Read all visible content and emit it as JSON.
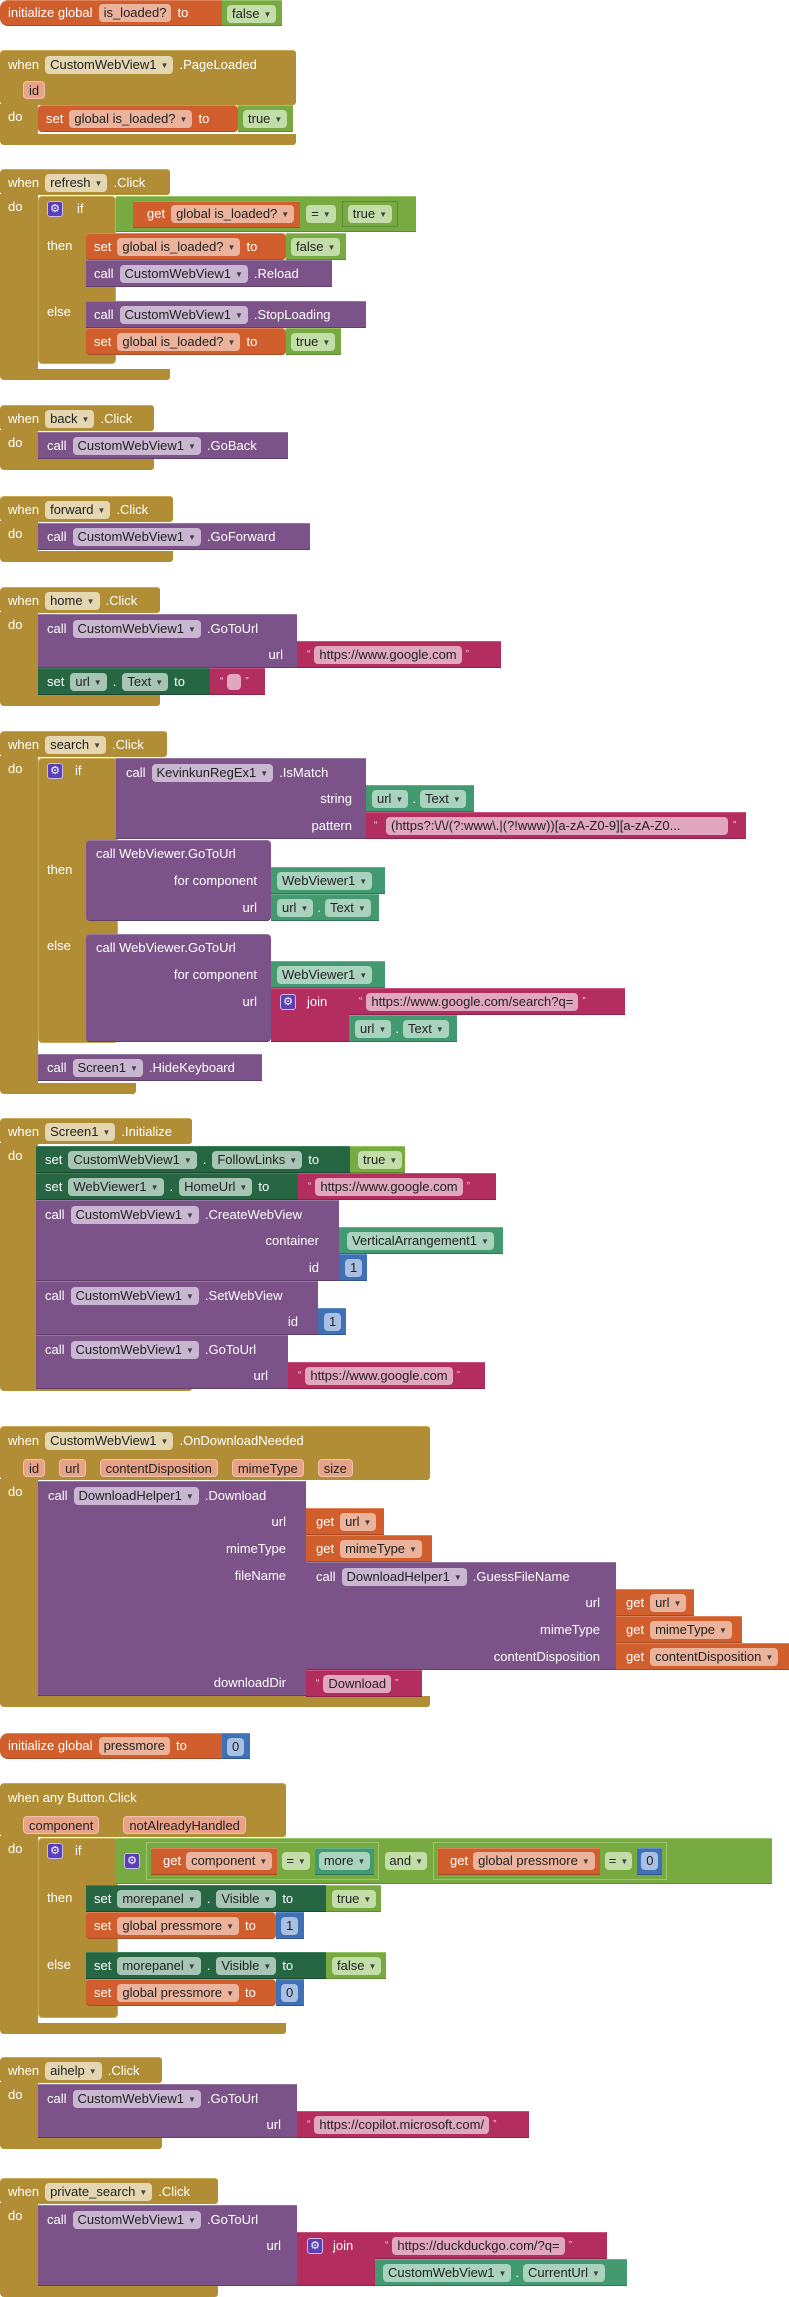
{
  "blocks": {
    "init_loaded": {
      "label": "initialize global",
      "var": "is_loaded?",
      "to": "to",
      "value": "false"
    },
    "page_loaded": {
      "when": "when",
      "component": "CustomWebView1",
      "event": ".PageLoaded",
      "param": "id",
      "do": "do",
      "set": "set",
      "var": "global is_loaded?",
      "to": "to",
      "value": "true"
    },
    "refresh": {
      "when": "when",
      "component": "refresh",
      "event": ".Click",
      "do": "do",
      "if": "if",
      "then": "then",
      "else": "else",
      "get": "get",
      "var": "global is_loaded?",
      "op": "=",
      "cmp": "true",
      "set": "set",
      "to": "to",
      "then_value": "false",
      "call": "call",
      "webview": "CustomWebView1",
      "reload": ".Reload",
      "stop": ".StopLoading",
      "else_value": "true"
    },
    "back": {
      "when": "when",
      "component": "back",
      "event": ".Click",
      "do": "do",
      "call": "call",
      "webview": "CustomWebView1",
      "method": ".GoBack"
    },
    "forward": {
      "when": "when",
      "component": "forward",
      "event": ".Click",
      "do": "do",
      "call": "call",
      "webview": "CustomWebView1",
      "method": ".GoForward"
    },
    "home": {
      "when": "when",
      "component": "home",
      "event": ".Click",
      "do": "do",
      "call": "call",
      "webview": "CustomWebView1",
      "method": ".GoToUrl",
      "url_label": "url",
      "url": "https://www.google.com",
      "set": "set",
      "target": "url",
      "prop": "Text",
      "to": "to",
      "value": ""
    },
    "search": {
      "when": "when",
      "component": "search",
      "event": ".Click",
      "do": "do",
      "if": "if",
      "then": "then",
      "else": "else",
      "call": "call",
      "regex": "KevinkunRegEx1",
      "ismatch": ".IsMatch",
      "string_label": "string",
      "str_comp": "url",
      "str_prop": "Text",
      "pattern_label": "pattern",
      "pattern": "(https?:\\/\\/(?:www\\.|(?!www))[a-zA-Z0-9][a-zA-Z0...",
      "goto": "call WebViewer.GoToUrl",
      "for_component": "for component",
      "webviewer": "WebViewer1",
      "url_label": "url",
      "url_comp": "url",
      "url_prop": "Text",
      "join": "join",
      "search_url": "https://www.google.com/search?q=",
      "screen": "Screen1",
      "hide": ".HideKeyboard"
    },
    "init_screen": {
      "when": "when",
      "component": "Screen1",
      "event": ".Initialize",
      "do": "do",
      "set": "set",
      "webview": "CustomWebView1",
      "follow": "FollowLinks",
      "to": "to",
      "follow_value": "true",
      "webviewer": "WebViewer1",
      "homeurl": "HomeUrl",
      "homeurl_value": "https://www.google.com",
      "call": "call",
      "create": ".CreateWebView",
      "container_label": "container",
      "container": "VerticalArrangement1",
      "id_label": "id",
      "id1": "1",
      "setwv": ".SetWebView",
      "id2": "1",
      "goto": ".GoToUrl",
      "url_label": "url",
      "url": "https://www.google.com"
    },
    "download": {
      "when": "when",
      "component": "CustomWebView1",
      "event": ".OnDownloadNeeded",
      "params": [
        "id",
        "url",
        "contentDisposition",
        "mimeType",
        "size"
      ],
      "do": "do",
      "call": "call",
      "helper": "DownloadHelper1",
      "download": ".Download",
      "url_label": "url",
      "get": "get",
      "url_var": "url",
      "mime_label": "mimeType",
      "mime_var": "mimeType",
      "filename_label": "fileName",
      "guess": ".GuessFileName",
      "cd_label": "contentDisposition",
      "cd_var": "contentDisposition",
      "dir_label": "downloadDir",
      "dir": "Download"
    },
    "init_press": {
      "label": "initialize global",
      "var": "pressmore",
      "to": "to",
      "value": "0"
    },
    "any_button": {
      "title": "when any Button.Click",
      "params": [
        "component",
        "notAlreadyHandled"
      ],
      "do": "do",
      "if": "if",
      "then": "then",
      "else": "else",
      "get": "get",
      "comp_var": "component",
      "op": "=",
      "more": "more",
      "and": "and",
      "press_var": "global pressmore",
      "zero": "0",
      "set": "set",
      "panel": "morepanel",
      "visible": "Visible",
      "to": "to",
      "true": "true",
      "false": "false",
      "press_set": "global pressmore",
      "one": "1",
      "zero2": "0"
    },
    "aihelp": {
      "when": "when",
      "component": "aihelp",
      "event": ".Click",
      "do": "do",
      "call": "call",
      "webview": "CustomWebView1",
      "method": ".GoToUrl",
      "url_label": "url",
      "url": "https://copilot.microsoft.com/"
    },
    "private_search": {
      "when": "when",
      "component": "private_search",
      "event": ".Click",
      "do": "do",
      "call": "call",
      "webview": "CustomWebView1",
      "method": ".GoToUrl",
      "url_label": "url",
      "join": "join",
      "ddg": "https://duckduckgo.com/?q=",
      "cur_comp": "CustomWebView1",
      "cur_prop": "CurrentUrl"
    }
  },
  "colors": {
    "event": "#b18e35",
    "procedure": "#7b5388",
    "variable": "#d05f2d",
    "logic": "#77ab41",
    "component": "#439970",
    "component_setter": "#266643",
    "text": "#b32d5e",
    "math": "#3f71b5",
    "mutator": "#5a3fb5"
  },
  "icons": {
    "mutator": "gear-icon",
    "dropdown": "dropdown-arrow-icon"
  }
}
